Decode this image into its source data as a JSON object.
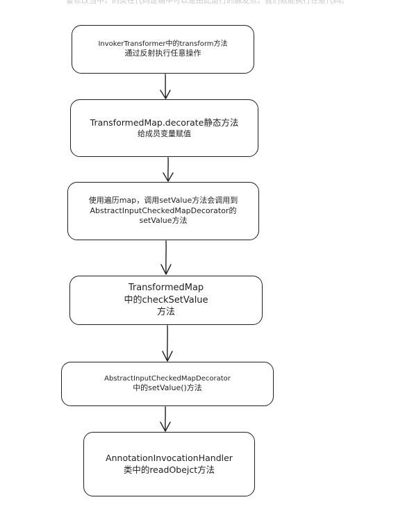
{
  "header": {
    "text": "要修改当中，的类在代码逻辑中可以是由此运行的触发点，我们就能执行任意代码。"
  },
  "nodes": [
    {
      "lines": [
        "InvokerTransformer中的transform方法",
        "通过反射执行任意操作"
      ]
    },
    {
      "lines": [
        "TransformedMap.decorate静态方法",
        "给成员变量赋值"
      ]
    },
    {
      "lines": [
        "使用遍历map，调用setValue方法会调用到",
        "AbstractInputCheckedMapDecorator的",
        "setValue方法"
      ]
    },
    {
      "lines": [
        "TransformedMap",
        "中的checkSetValue",
        "方法"
      ]
    },
    {
      "lines": [
        "AbstractInputCheckedMapDecorator",
        "中的setValue()方法"
      ]
    },
    {
      "lines": [
        "AnnotationInvocationHandler",
        "类中的readObejct方法"
      ]
    }
  ],
  "colors": {
    "stroke": "#1e1e1e",
    "background": "#ffffff"
  }
}
